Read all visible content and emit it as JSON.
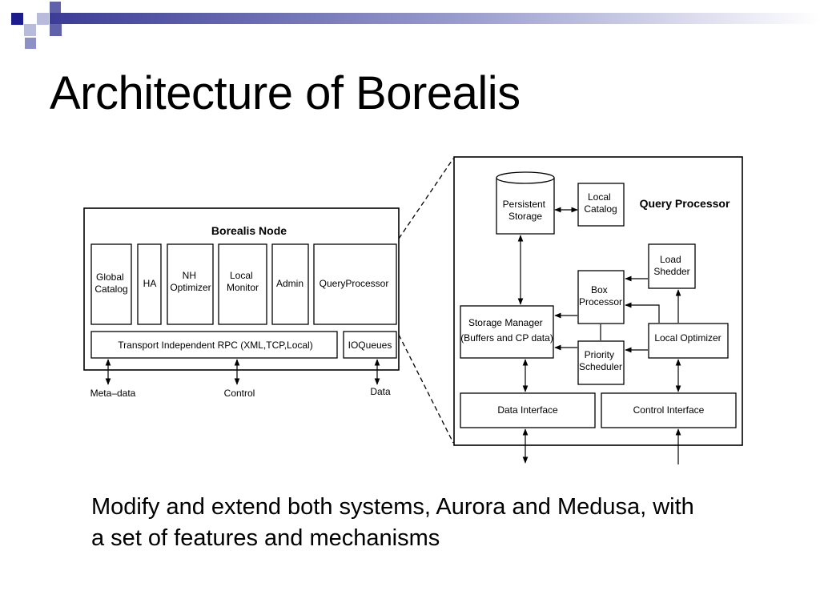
{
  "slide": {
    "title": "Architecture of Borealis",
    "caption": "Modify and extend both systems, Aurora and Medusa, with a set of features and mechanisms"
  },
  "colors": {
    "accent_dark": "#1c1c8c",
    "accent_mid": "#5f62ab",
    "accent_light": "#b9bbdc",
    "stroke": "#000000"
  },
  "borealis_node": {
    "title": "Borealis Node",
    "modules": [
      {
        "id": "global-catalog",
        "lines": [
          "Global",
          "Catalog"
        ]
      },
      {
        "id": "ha",
        "lines": [
          "HA"
        ]
      },
      {
        "id": "nh-optimizer",
        "lines": [
          "NH",
          "Optimizer"
        ]
      },
      {
        "id": "local-monitor",
        "lines": [
          "Local",
          "Monitor"
        ]
      },
      {
        "id": "admin",
        "lines": [
          "Admin"
        ]
      },
      {
        "id": "query-processor",
        "lines": [
          "QueryProcessor"
        ]
      }
    ],
    "transport": "Transport Independent RPC (XML,TCP,Local)",
    "ioqueues": "IOQueues",
    "external_labels": {
      "meta_data": "Meta–data",
      "control": "Control",
      "data": "Data"
    }
  },
  "query_processor": {
    "title": "Query Processor",
    "persistent_storage": [
      "Persistent",
      "Storage"
    ],
    "local_catalog": [
      "Local",
      "Catalog"
    ],
    "load_shedder": [
      "Load",
      "Shedder"
    ],
    "box_processor": [
      "Box",
      "Processor"
    ],
    "storage_manager": [
      "Storage Manager",
      "(Buffers and CP data)"
    ],
    "priority_scheduler": [
      "Priority",
      "Scheduler"
    ],
    "local_optimizer": [
      "Local Optimizer"
    ],
    "data_interface": "Data Interface",
    "control_interface": "Control Interface"
  }
}
